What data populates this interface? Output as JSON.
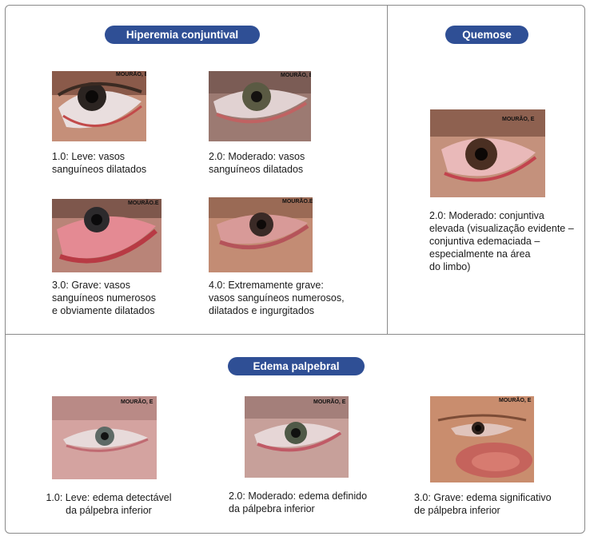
{
  "sections": {
    "hiperemia": {
      "title": "Hiperemia conjuntival",
      "items": [
        {
          "caption": "1.0: Leve: vasos\nsanguíneos dilatados",
          "watermark": "MOURÃO, E"
        },
        {
          "caption": "2.0: Moderado: vasos\nsanguíneos dilatados",
          "watermark": "MOURÃO, E"
        },
        {
          "caption": "3.0: Grave: vasos\nsanguíneos numerosos\ne obviamente dilatados",
          "watermark": "MOURÃO.E"
        },
        {
          "caption": "4.0: Extremamente grave:\nvasos sanguíneos numerosos,\ndilatados e ingurgitados",
          "watermark": "MOURÃO.E"
        }
      ]
    },
    "quemose": {
      "title": "Quemose",
      "items": [
        {
          "caption": "2.0: Moderado: conjuntiva\nelevada (visualização evidente –\nconjuntiva edemaciada –\nespecialmente na área\ndo limbo)",
          "watermark": "MOURÃO, E"
        }
      ]
    },
    "edema": {
      "title": "Edema palpebral",
      "items": [
        {
          "caption": "1.0: Leve: edema detectável\nda pálpebra inferior",
          "watermark": "MOURÃO, E"
        },
        {
          "caption": "2.0: Moderado: edema definido\nda pálpebra inferior",
          "watermark": "MOURÃO, E"
        },
        {
          "caption": "3.0: Grave: edema significativo\nde pálpebra inferior",
          "watermark": "MOURÃO, E"
        }
      ]
    }
  },
  "colors": {
    "pill": "#2f4f95",
    "border": "#8a8a8a"
  }
}
